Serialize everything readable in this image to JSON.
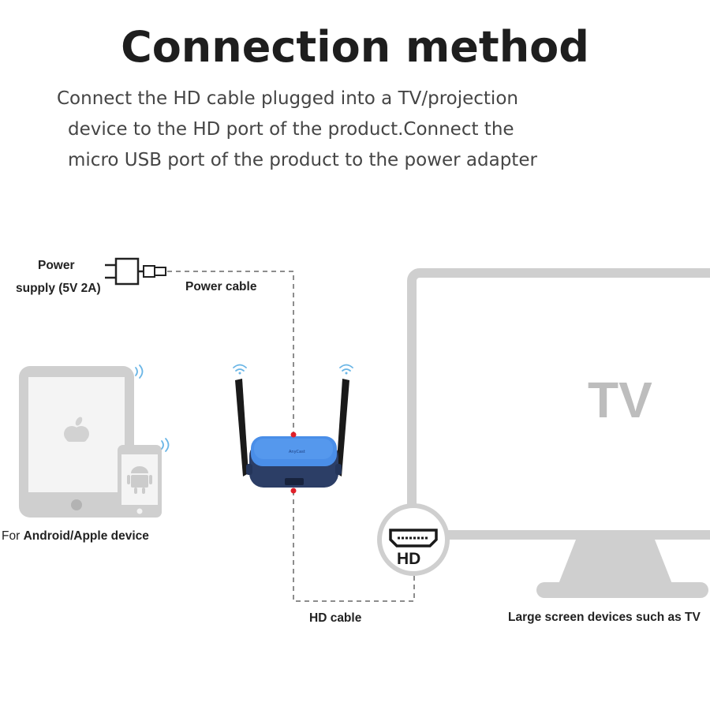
{
  "header": {
    "title": "Connection method",
    "description_lines": [
      "Connect the HD cable plugged into a TV/projection",
      "device to the HD port of the product.Connect the",
      "micro USB port of the product to the power adapter"
    ]
  },
  "labels": {
    "power_supply_line1": "Power",
    "power_supply_line2": "supply (5V 2A)",
    "power_cable": "Power cable",
    "device_prefix": "For ",
    "device": "Android/Apple device",
    "tv": "TV",
    "hd_port": "HD",
    "hd_cable": "HD cable",
    "large_screen": "Large screen devices such as TV"
  },
  "colors": {
    "device_gray": "#cfcfcf",
    "dongle_body": "#2c3e66",
    "dongle_top": "#4a8ee8",
    "connector_dot": "#e0202a",
    "wifi": "#6bb6e6"
  }
}
